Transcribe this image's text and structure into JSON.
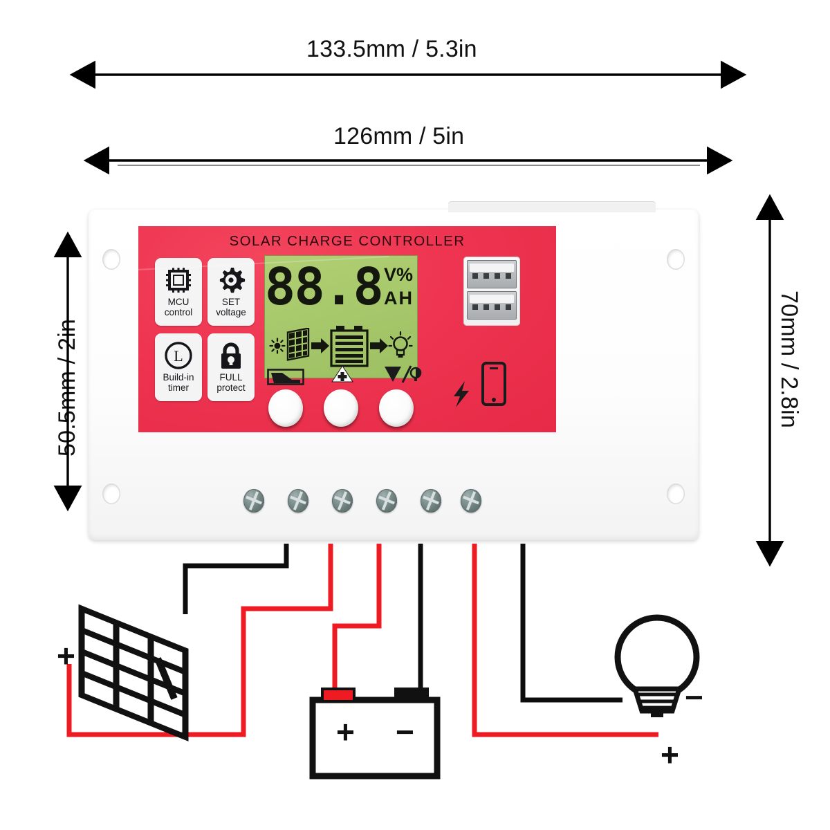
{
  "dimensions": {
    "width_outer": "133.5mm / 5.3in",
    "width_inner": "126mm / 5in",
    "height_left": "50.5mm / 2in",
    "height_right": "70mm / 2.8in"
  },
  "device": {
    "title": "SOLAR CHARGE CONTROLLER",
    "badges": [
      {
        "icon": "mcu-chip-icon",
        "line1": "MCU",
        "line2": "control"
      },
      {
        "icon": "gear-icon",
        "line1": "SET",
        "line2": "voltage"
      },
      {
        "icon": "clock-icon",
        "line1": "Build-in",
        "line2": "timer"
      },
      {
        "icon": "lock-icon",
        "line1": "FULL",
        "line2": "protect"
      }
    ],
    "lcd": {
      "value": "88.8",
      "unit_top": "V%",
      "unit_bottom": "AH",
      "flow_icons": [
        "sun-icon",
        "solar-panel-icon",
        "arrow-right-icon",
        "battery-icon",
        "arrow-right-icon",
        "lightbulb-icon"
      ],
      "background_color": "#a8c96c"
    },
    "buttons": [
      {
        "name": "menu-select-button",
        "legend": "boxed-arrow-icon"
      },
      {
        "name": "up-increase-button",
        "legend": "triangle-up-plus-icon"
      },
      {
        "name": "down-load-button",
        "legend": "triangle-down-bulb-icon"
      }
    ],
    "usb": {
      "ports": 2,
      "label": "dual-usb-ports"
    },
    "phone_icon": "smartphone-icon",
    "bolt_icon": "lightning-bolt-icon",
    "terminals": {
      "count": 6,
      "label": "terminal-screws"
    },
    "panel_color": "#ee3450",
    "shell_color": "#ffffff"
  },
  "wiring": {
    "solar_panel": {
      "icon": "solar-panel-icon",
      "plus": "+"
    },
    "battery": {
      "icon": "battery-icon",
      "plus": "+",
      "minus": "−"
    },
    "lamp": {
      "icon": "lightbulb-icon",
      "plus": "+",
      "minus": "−"
    },
    "wire_colors": {
      "positive": "#ee1b22",
      "negative": "#0d0d0d"
    }
  }
}
